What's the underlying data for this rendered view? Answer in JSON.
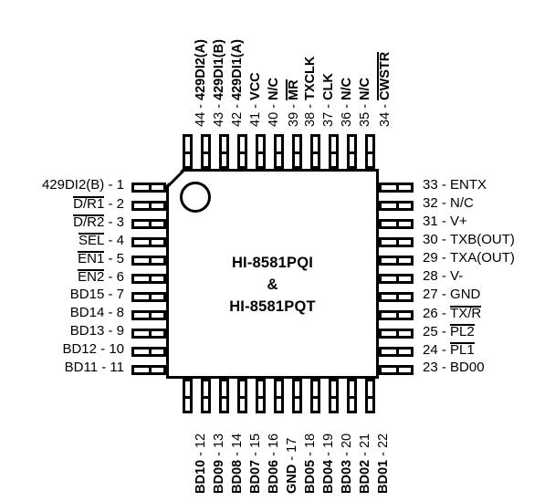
{
  "chip": {
    "part_line1": "HI-8581PQI",
    "part_line2": "&",
    "part_line3": "HI-8581PQT",
    "pin1_indicator": "pin-1-dot",
    "package_outline": "quad-flat-package-44-pin"
  },
  "pins": {
    "left": [
      {
        "num": "1",
        "name": "429DI2(B)",
        "overbar": false
      },
      {
        "num": "2",
        "name": "D/R1",
        "overbar": true
      },
      {
        "num": "3",
        "name": "D/R2",
        "overbar": true
      },
      {
        "num": "4",
        "name": "SEL",
        "overbar": true
      },
      {
        "num": "5",
        "name": "EN1",
        "overbar": true
      },
      {
        "num": "6",
        "name": "EN2",
        "overbar": true
      },
      {
        "num": "7",
        "name": "BD15",
        "overbar": false
      },
      {
        "num": "8",
        "name": "BD14",
        "overbar": false
      },
      {
        "num": "9",
        "name": "BD13",
        "overbar": false
      },
      {
        "num": "10",
        "name": "BD12",
        "overbar": false
      },
      {
        "num": "11",
        "name": "BD11",
        "overbar": false
      }
    ],
    "bottom": [
      {
        "num": "12",
        "name": "BD10",
        "overbar": false
      },
      {
        "num": "13",
        "name": "BD09",
        "overbar": false
      },
      {
        "num": "14",
        "name": "BD08",
        "overbar": false
      },
      {
        "num": "15",
        "name": "BD07",
        "overbar": false
      },
      {
        "num": "16",
        "name": "BD06",
        "overbar": false
      },
      {
        "num": "17",
        "name": "GND",
        "overbar": false
      },
      {
        "num": "18",
        "name": "BD05",
        "overbar": false
      },
      {
        "num": "19",
        "name": "BD04",
        "overbar": false
      },
      {
        "num": "20",
        "name": "BD03",
        "overbar": false
      },
      {
        "num": "21",
        "name": "BD02",
        "overbar": false
      },
      {
        "num": "22",
        "name": "BD01",
        "overbar": false
      }
    ],
    "right": [
      {
        "num": "23",
        "name": "BD00",
        "overbar": false
      },
      {
        "num": "24",
        "name": "PL1",
        "overbar": true
      },
      {
        "num": "25",
        "name": "PL2",
        "overbar": true
      },
      {
        "num": "26",
        "name": "TX/R",
        "overbar": true
      },
      {
        "num": "27",
        "name": "GND",
        "overbar": false
      },
      {
        "num": "28",
        "name": "V-",
        "overbar": false
      },
      {
        "num": "29",
        "name": "TXA(OUT)",
        "overbar": false
      },
      {
        "num": "30",
        "name": "TXB(OUT)",
        "overbar": false
      },
      {
        "num": "31",
        "name": "V+",
        "overbar": false
      },
      {
        "num": "32",
        "name": "N/C",
        "overbar": false
      },
      {
        "num": "33",
        "name": "ENTX",
        "overbar": false
      }
    ],
    "top": [
      {
        "num": "34",
        "name": "CWSTR",
        "overbar": true
      },
      {
        "num": "35",
        "name": "N/C",
        "overbar": false
      },
      {
        "num": "36",
        "name": "N/C",
        "overbar": false
      },
      {
        "num": "37",
        "name": "CLK",
        "overbar": false
      },
      {
        "num": "38",
        "name": "TXCLK",
        "overbar": false
      },
      {
        "num": "39",
        "name": "MR",
        "overbar": true
      },
      {
        "num": "40",
        "name": "N/C",
        "overbar": false
      },
      {
        "num": "41",
        "name": "VCC",
        "overbar": false
      },
      {
        "num": "42",
        "name": "429DI1(A)",
        "overbar": false
      },
      {
        "num": "43",
        "name": "429DI1(B)",
        "overbar": false
      },
      {
        "num": "44",
        "name": "429DI2(A)",
        "overbar": false
      }
    ]
  },
  "style": {
    "ink": "#000000",
    "paper": "#ffffff"
  }
}
